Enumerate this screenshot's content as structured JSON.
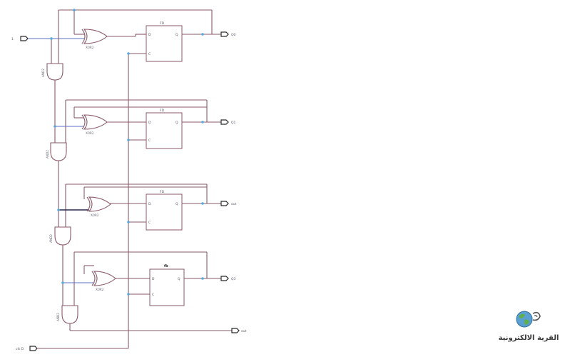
{
  "diagram": {
    "inputs": {
      "data_in": "1",
      "clock": "clk D"
    },
    "outputs": {
      "q0": "Q0",
      "q1": "Q1",
      "q2": "out",
      "q3": "Q3",
      "carry": "out"
    },
    "gates": {
      "xor_0": "XOR2",
      "xor_1": "XOR2",
      "xor_2": "XOR2",
      "xor_3": "XOR2",
      "and_0": "AND2",
      "and_1": "AND2",
      "and_2": "AND2",
      "and_3": "AND2"
    },
    "flipflops": {
      "ff_0": {
        "title": "FD",
        "d": "D",
        "q": "Q",
        "c": "C"
      },
      "ff_1": {
        "title": "FD",
        "d": "D",
        "q": "Q",
        "c": "C"
      },
      "ff_2": {
        "title": "FD",
        "d": "D",
        "q": "Q",
        "c": "C"
      },
      "ff_3": {
        "title": "fb",
        "d": "D",
        "q": "Q",
        "c": "C"
      }
    }
  },
  "logo": {
    "text": "القرية الالكترونية",
    "icon": "globe-icon"
  }
}
